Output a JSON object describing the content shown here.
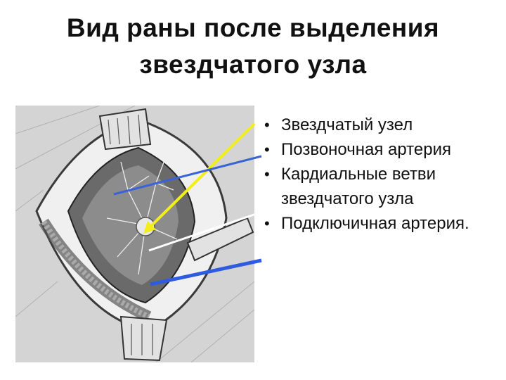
{
  "slide": {
    "title": "Вид раны после выделения звездчатого узла",
    "bullets": [
      "Звездчатый узел",
      "Позвоночная артерия",
      "Кардиальные ветви звездчатого узла",
      "Подключичная артерия."
    ],
    "bullet_symbol": "•"
  },
  "colors": {
    "stellate_pointer": "#f2ee1a",
    "vertebral_pointer": "#3a63d6",
    "cardiac_pointer": "#ffffff",
    "subclavian_pointer": "#2f5be0"
  }
}
